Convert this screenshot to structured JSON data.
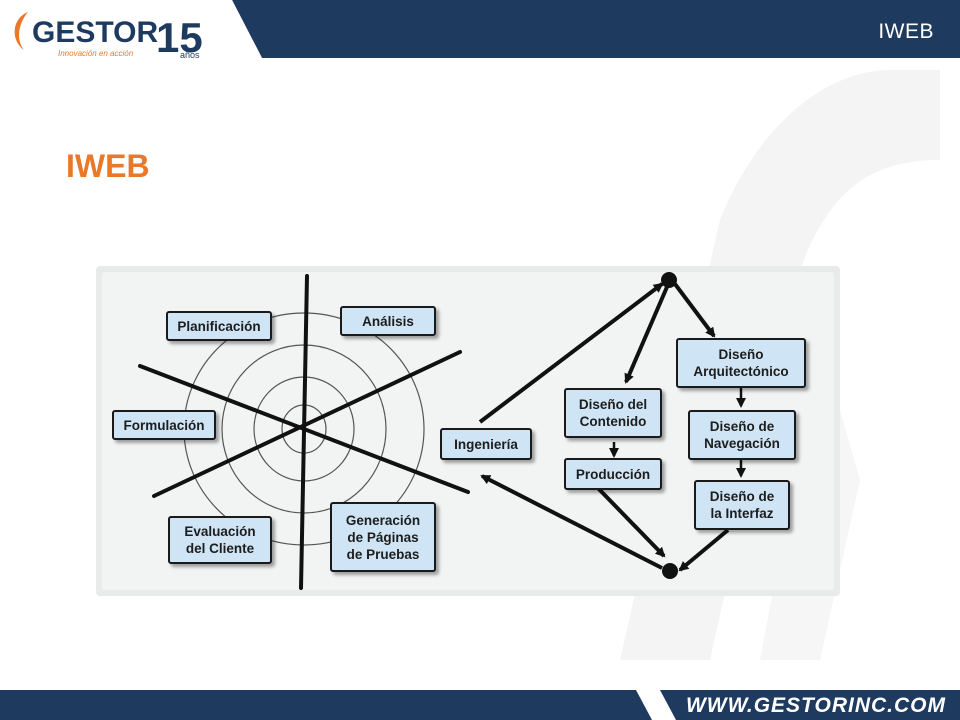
{
  "header": {
    "logo_text": "GESTOR",
    "logo_tagline": "Innovación en acción",
    "logo_years": "15",
    "logo_years_label": "años",
    "title": "IWEB"
  },
  "slide": {
    "title": "IWEB"
  },
  "diagram": {
    "spiral_labels": {
      "planificacion": "Planificación",
      "analisis": "Análisis",
      "formulacion": "Formulación",
      "evaluacion": "Evaluación\ndel Cliente",
      "generacion": "Generación\nde Páginas\nde Pruebas"
    },
    "flow_labels": {
      "ingenieria": "Ingeniería",
      "diseno_contenido": "Diseño del\nContenido",
      "produccion": "Producción",
      "diseno_arquitectonico": "Diseño\nArquitectónico",
      "diseno_navegacion": "Diseño de\nNavegación",
      "diseno_interfaz": "Diseño de\nla Interfaz"
    }
  },
  "footer": {
    "url": "WWW.GESTORINC.COM"
  },
  "colors": {
    "navy": "#1e3a5f",
    "orange": "#e8782a",
    "box_fill": "#cfe5f5"
  }
}
